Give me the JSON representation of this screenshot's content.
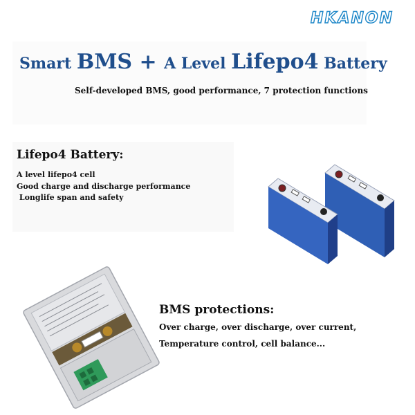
{
  "logo": "HKANON",
  "title": {
    "part1": "Smart ",
    "part2": "BMS",
    "part3": " + ",
    "part4": "A Level ",
    "part5": "Lifepo4",
    "part6": " Battery"
  },
  "subtitle": "Self-developed BMS, good performance, 7 protection functions",
  "battery": {
    "heading": "Lifepo4 Battery:",
    "lines": [
      "A level lifepo4 cell",
      "Good charge and discharge performance",
      " Longlife span and safety"
    ]
  },
  "bms": {
    "heading": "BMS protections:",
    "lines": [
      "Over charge, over discharge, over current,",
      "Temperature control, cell balance..."
    ]
  },
  "colors": {
    "title": "#1f4e8c",
    "logo": "#1c86c8",
    "cell_blue": "#2f5fb5"
  }
}
